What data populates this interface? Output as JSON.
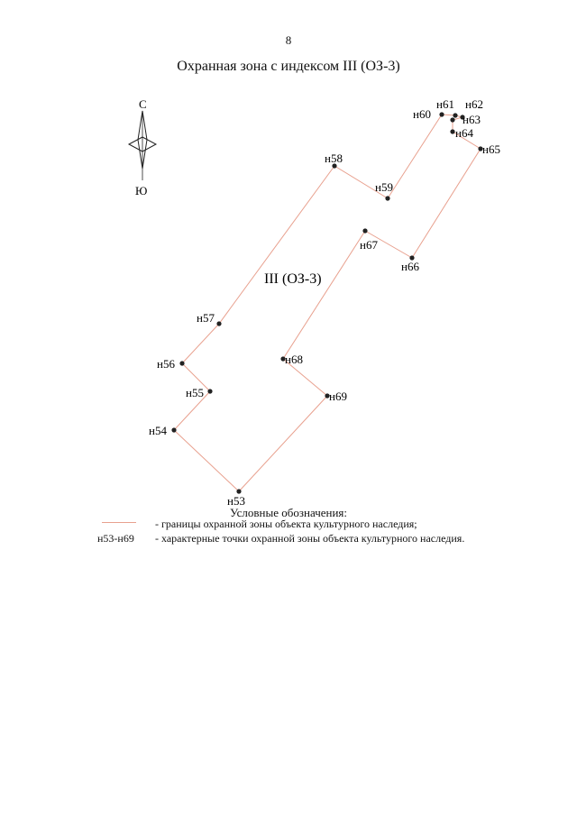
{
  "page_number": "8",
  "title": "Охранная зона с индексом III (ОЗ-3)",
  "zone_label": "III (ОЗ-3)",
  "compass": {
    "north": "С",
    "south": "Ю"
  },
  "colors": {
    "boundary": "#e8a08e",
    "point": "#222222"
  },
  "points": [
    {
      "id": "н53",
      "label": "н53"
    },
    {
      "id": "н54",
      "label": "н54"
    },
    {
      "id": "н55",
      "label": "н55"
    },
    {
      "id": "н56",
      "label": "н56"
    },
    {
      "id": "н57",
      "label": "н57"
    },
    {
      "id": "н58",
      "label": "н58"
    },
    {
      "id": "н59",
      "label": "н59"
    },
    {
      "id": "н60",
      "label": "н60"
    },
    {
      "id": "н61",
      "label": "н61"
    },
    {
      "id": "н62",
      "label": "н62"
    },
    {
      "id": "н63",
      "label": "н63"
    },
    {
      "id": "н64",
      "label": "н64"
    },
    {
      "id": "н65",
      "label": "н65"
    },
    {
      "id": "н66",
      "label": "н66"
    },
    {
      "id": "н67",
      "label": "н67"
    },
    {
      "id": "н68",
      "label": "н68"
    },
    {
      "id": "н69",
      "label": "н69"
    }
  ],
  "legend": {
    "title": "Условные обозначения:",
    "boundary_text": "- границы охранной зоны объекта культурного наследия;",
    "points_code": "н53-н69",
    "points_text": "- характерные точки охранной зоны объекта культурного наследия."
  }
}
